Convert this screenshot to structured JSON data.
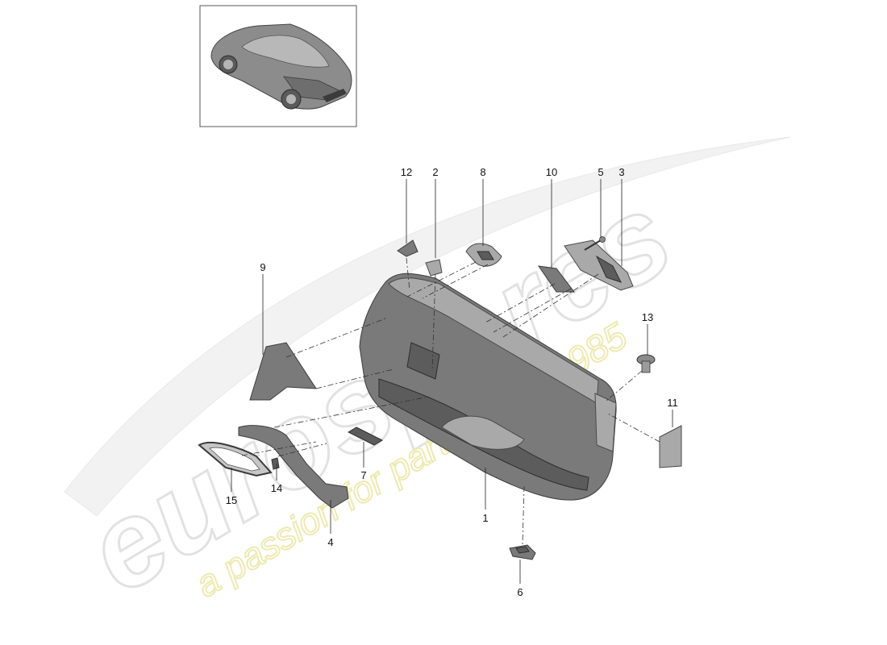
{
  "watermark": {
    "brand": "eurospares",
    "tagline": "a passion for parts since 1985",
    "brand_color": "#e4e4e4",
    "tagline_color": "#f3f1b8"
  },
  "callouts": [
    {
      "id": "c1",
      "label": "1"
    },
    {
      "id": "c2",
      "label": "2"
    },
    {
      "id": "c3",
      "label": "3"
    },
    {
      "id": "c4",
      "label": "4"
    },
    {
      "id": "c5",
      "label": "5"
    },
    {
      "id": "c6",
      "label": "6"
    },
    {
      "id": "c7",
      "label": "7"
    },
    {
      "id": "c8",
      "label": "8"
    },
    {
      "id": "c9",
      "label": "9"
    },
    {
      "id": "c10",
      "label": "10"
    },
    {
      "id": "c11",
      "label": "11"
    },
    {
      "id": "c12",
      "label": "12"
    },
    {
      "id": "c13",
      "label": "13"
    },
    {
      "id": "c14",
      "label": "14"
    },
    {
      "id": "c15",
      "label": "15"
    }
  ]
}
